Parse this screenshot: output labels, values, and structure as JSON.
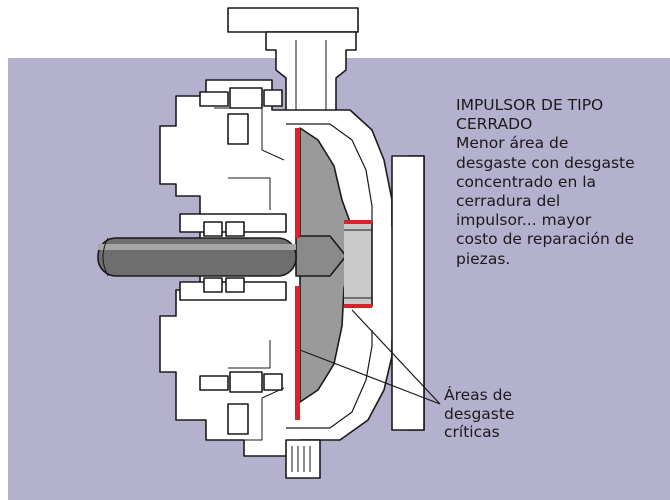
{
  "colors": {
    "panel_background": "#b4b1cf",
    "wear_area_highlight": "#d8232a",
    "casing_fill": "#ffffff",
    "impeller_fill": "#9a9a9a",
    "shaft_fill": "#6e6e6e",
    "outline": "#1a1a1a"
  },
  "caption": {
    "title_line1": "IMPULSOR DE TIPO",
    "title_line2": "CERRADO",
    "body_lines": [
      "Menor área de",
      "desgaste con desgaste",
      "concentrado en la",
      "cerradura del",
      "impulsor... mayor",
      "costo de reparación de",
      "piezas."
    ]
  },
  "callout": {
    "lines": [
      "Áreas de",
      "desgaste",
      "críticas"
    ]
  }
}
